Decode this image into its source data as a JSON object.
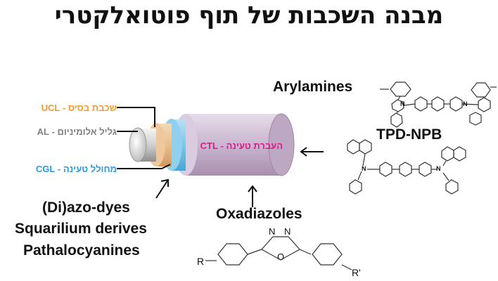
{
  "title": "מבנה השכבות של תוף פוטואלקטרי",
  "layers": {
    "ucl": {
      "abbr": "UCL",
      "name": "שכבת בסיס",
      "color": "#f39a2b"
    },
    "al": {
      "abbr": "AL",
      "name": "גליל אלומיניום",
      "color": "#7f7f7f"
    },
    "cgl": {
      "abbr": "CGL",
      "name": "מחולל טעינה",
      "color": "#2a9be0"
    },
    "ctl": {
      "abbr": "CTL",
      "name": "העברת טעינה",
      "color": "#e0198c"
    }
  },
  "materials": {
    "arylamines": "Arylamines",
    "tpd_npb": "TPD-NPB",
    "diazo": "(Di)azo-dyes",
    "squarilium": "Squarilium derives",
    "phthalo": "Pathalocyanines",
    "oxadiazoles": "Oxadiazoles"
  },
  "structure_atoms": {
    "n": "N",
    "o": "O",
    "r": "R",
    "r_prime": "R'"
  }
}
